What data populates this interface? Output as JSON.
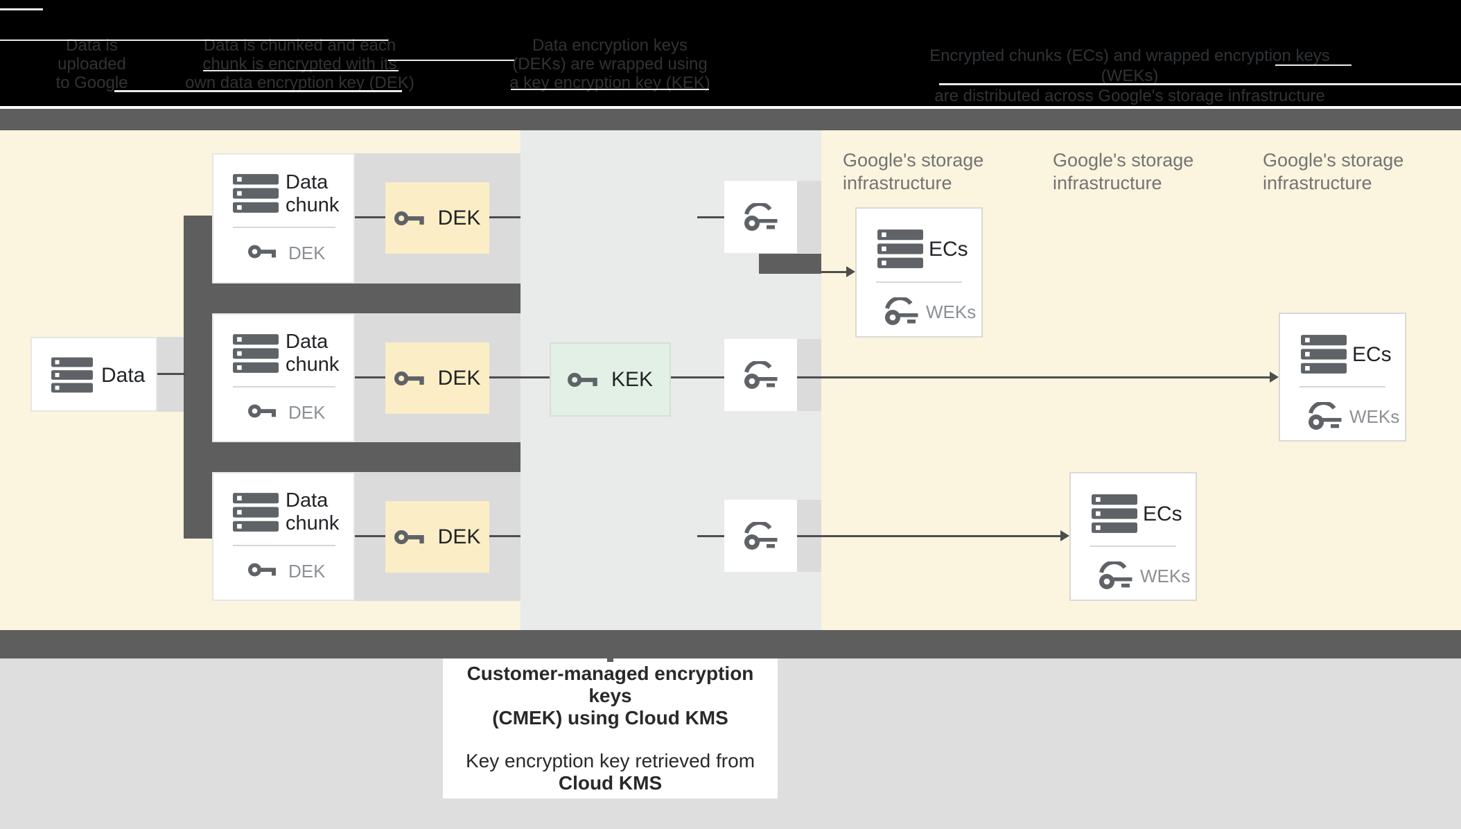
{
  "header": {
    "steps": [
      {
        "lines": [
          "Data is",
          "uploaded",
          "to Google"
        ]
      },
      {
        "lines": [
          "Data is chunked and each",
          "chunk is encrypted with its",
          "own data encryption key (DEK)"
        ]
      },
      {
        "lines": [
          "Data encryption keys",
          "(DEKs) are wrapped using",
          "a key encryption key (KEK)"
        ]
      },
      {
        "lines": [
          "Encrypted chunks (ECs) and wrapped encryption keys (WEKs)",
          "are distributed across Google's storage infrastructure"
        ]
      }
    ]
  },
  "diagram": {
    "data_box": {
      "label": "Data",
      "icon": "database-icon"
    },
    "rows": [
      {
        "chunk_title": "Data chunk",
        "chunk_key_label": "DEK",
        "dek_label": "DEK"
      },
      {
        "chunk_title": "Data chunk",
        "chunk_key_label": "DEK",
        "dek_label": "DEK"
      },
      {
        "chunk_title": "Data chunk",
        "chunk_key_label": "DEK",
        "dek_label": "DEK"
      }
    ],
    "kek": {
      "label": "KEK",
      "icon": "key-icon"
    },
    "storage_labels": [
      {
        "line1": "Google's storage",
        "line2": "infrastructure"
      },
      {
        "line1": "Google's storage",
        "line2": "infrastructure"
      },
      {
        "line1": "Google's storage",
        "line2": "infrastructure"
      }
    ],
    "ec_boxes": [
      {
        "title": "ECs",
        "key_label": "WEKs"
      },
      {
        "title": "ECs",
        "key_label": "WEKs"
      },
      {
        "title": "ECs",
        "key_label": "WEKs"
      }
    ]
  },
  "caption": {
    "line1": "Customer-managed encryption keys",
    "line2": "(CMEK) using Cloud KMS",
    "line3": "Key encryption key retrieved from",
    "line4": "Cloud KMS"
  },
  "colors": {
    "header_bg": "#000000",
    "header_text": "#303336",
    "band_dark": "#5E5E5E",
    "cream_panel": "#FBF4DE",
    "kms_panel": "#E8EBE9",
    "backing_gray": "#DBDBDB",
    "dek_box": "#FBEEC6",
    "kek_box": "#E3F0E6",
    "footer_gray": "#DEDEDE",
    "icon_gray": "#5F6368",
    "connector": "#4D4D4D",
    "label_gray": "#737373",
    "small_label_gray": "#8C9094",
    "text_dark": "#212326"
  }
}
